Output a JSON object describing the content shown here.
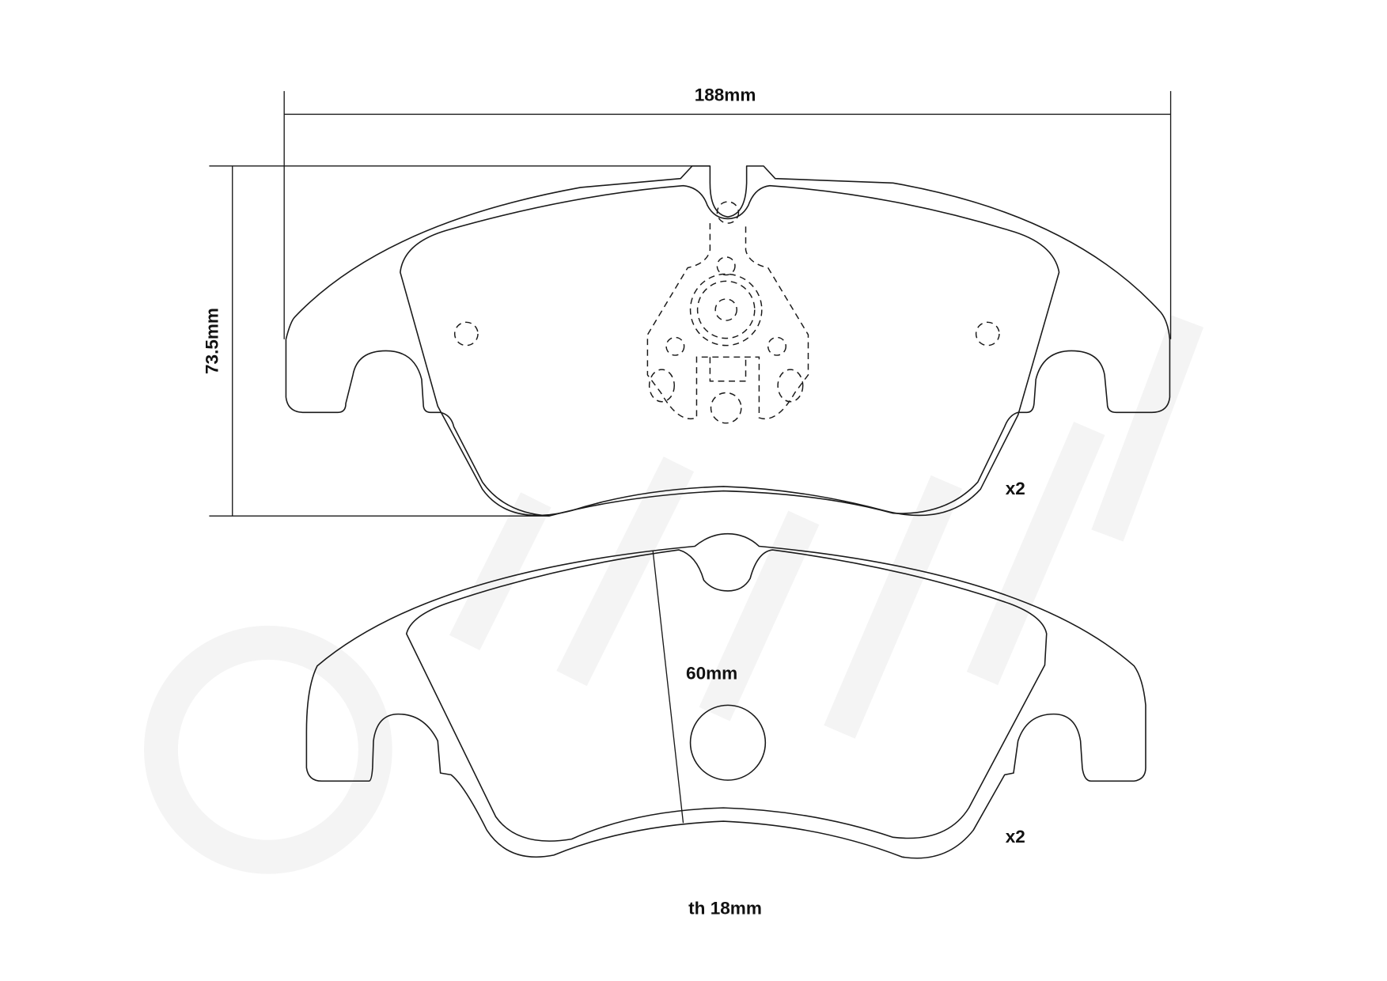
{
  "diagram": {
    "subject": "Brake pad technical drawing",
    "dimensions": {
      "width": "188mm",
      "height": "73.5mm",
      "friction_height": "60mm",
      "thickness": "th 18mm"
    },
    "quantities": {
      "top_pad": "x2",
      "bottom_pad": "x2"
    },
    "views": [
      {
        "name": "backing plate view",
        "features": [
          "central notch",
          "caliper sensor mount (dashed)",
          "two locating pins (dashed)"
        ]
      },
      {
        "name": "friction surface view",
        "features": [
          "central round notch",
          "center hole",
          "60mm diagonal measure"
        ]
      }
    ],
    "colors": {
      "line": "#1a1a1a",
      "background": "#ffffff",
      "watermark": "#f4f4f4"
    }
  }
}
